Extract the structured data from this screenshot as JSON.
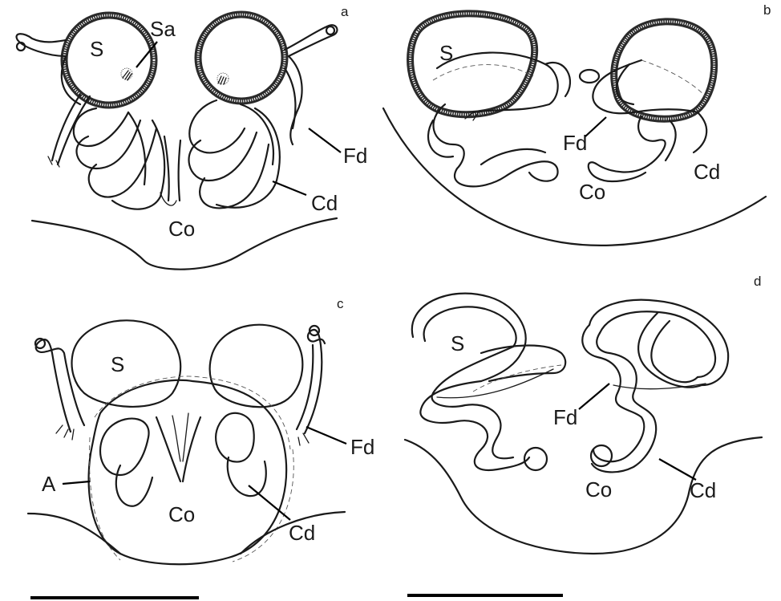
{
  "panels": {
    "a": {
      "letter": "a",
      "labels": {
        "s": "S",
        "sa": "Sa",
        "fd": "Fd",
        "cd": "Cd",
        "co": "Co"
      }
    },
    "b": {
      "letter": "b",
      "labels": {
        "s": "S",
        "fd": "Fd",
        "cd": "Cd",
        "co": "Co"
      }
    },
    "c": {
      "letter": "c",
      "labels": {
        "s": "S",
        "a": "A",
        "fd": "Fd",
        "cd": "Cd",
        "co": "Co"
      }
    },
    "d": {
      "letter": "d",
      "labels": {
        "s": "S",
        "fd": "Fd",
        "cd": "Cd",
        "co": "Co"
      }
    }
  },
  "scale_bars": {
    "count": 2
  }
}
